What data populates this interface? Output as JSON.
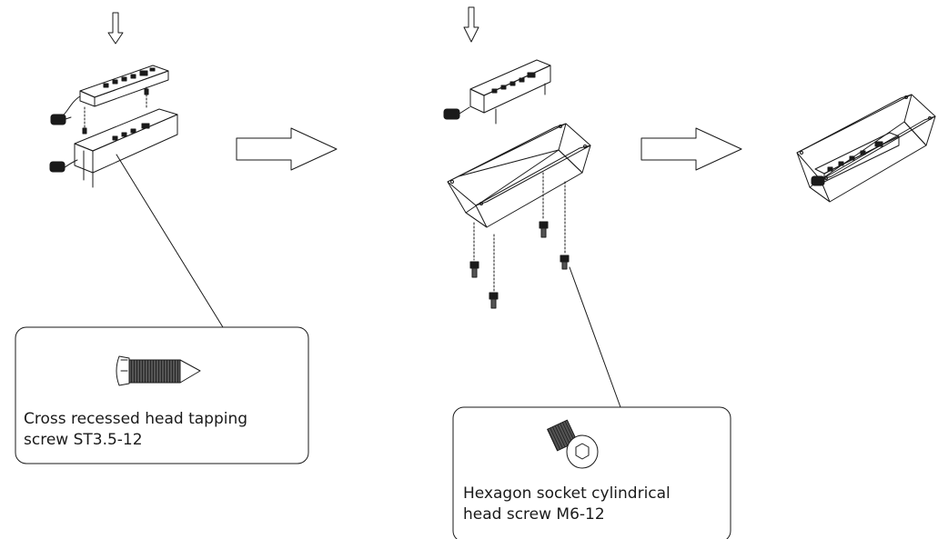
{
  "callouts": [
    {
      "line1": "Cross recessed head tapping",
      "line2": "screw ST3.5-12"
    },
    {
      "line1": "Hexagon socket cylindrical",
      "line2": "head screw M6-12"
    }
  ],
  "icons": {
    "down_arrow": "down-arrow-icon",
    "right_arrow": "right-arrow-icon",
    "tapping_screw": "tapping-screw-icon",
    "hex_socket_screw": "hex-socket-screw-icon"
  },
  "colors": {
    "line": "#1a1a1a",
    "background": "#ffffff"
  }
}
